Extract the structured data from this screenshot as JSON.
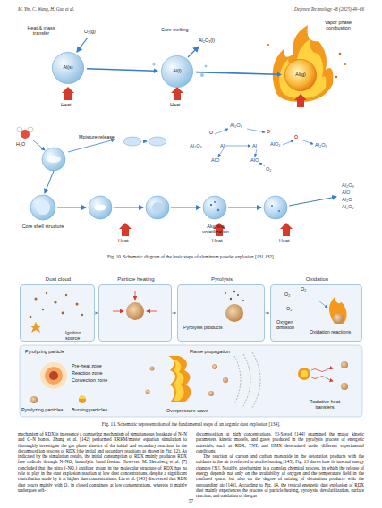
{
  "diagram": {
    "nodes": [
      {
        "text": [
          "Al(s)"
        ]
      },
      {
        "text": [
          "Al(l)"
        ]
      },
      {
        "text": [
          "Al(g)"
        ]
      },
      {
        "text": [
          "Dust cloud",
          "Ignition source"
        ]
      },
      {
        "text": [
          "Particle heating"
        ]
      },
      {
        "text": [
          "Pyrolysis",
          "Pyrolysis products"
        ]
      },
      {
        "text": [
          "Oxidation",
          "Oxygen diffusion"
        ]
      }
    ],
    "edges": [
      {
        "from": 0,
        "to": 1,
        "arrow": "to"
      },
      {
        "from": 1,
        "to": 2,
        "arrow": "to"
      },
      {
        "from": 3,
        "to": 4,
        "arrow": "to"
      },
      {
        "from": 4,
        "to": 5,
        "arrow": "to"
      },
      {
        "from": 5,
        "to": 6,
        "arrow": "to"
      }
    ],
    "labels": [
      "M. Yin, C. Wang, H. Guo et al.",
      "Defence Technology 48 (2025) 49–66",
      "Heat & mass transfer",
      "O₂(g)",
      "Heat",
      "Core melting",
      "Al₂O₃(l)",
      "Heat",
      "Vapor phase combustion",
      "H₂O",
      "Moisture release",
      "O",
      "Al₂O₃",
      "O",
      "Al₂O₃",
      "Al",
      "Al",
      "AlO₂",
      "O",
      "Al₂O₃",
      "AlO",
      "AlO",
      "O₂",
      "Al₂O₃",
      "AlO",
      "Al₂O",
      "Al₂O₂",
      "Core shell structure",
      "Alumina volatilization",
      "Heat",
      "Heat",
      "Heat",
      "Fig. 10. Schematic diagram of the basic steps of aluminum powder explosion [131,132].",
      "O₂",
      "O₂",
      "O₂",
      "Oxidation reactions",
      "Pyrolyzing particle",
      "Pre-heat zone",
      "Reaction zone",
      "Convection zone",
      "Flame propagation",
      "Pyrolyzing particles",
      "Burning particles",
      "Overpressure wave",
      "Radiative heat transfers",
      "Fig. 11. Schematic representation of the fundamental steps of an organic dust explosion [134].",
      "mechanism of RDX is in essence a competing mechanism of simultaneous breakage of N–N and C–N bonds. Zhang et al. [142] performed RRKM/master equation simulation to thoroughly investigate the gas phase kinetics of the initial and secondary reactions in the decomposition process of RDX (the initial and secondary reactions as shown in Fig. 12). As indicated by the simulation results, the initial consumption of RDX mainly produces RDX free radicals through N–NO₂ homolytic bond fission. However, M. Hertzberg et al. [7] concluded that the nitro (-NO₂) oxidizer group in the molecular structure of RDX has no role to play in the dust explosion reaction at low dust concentrations, despite a significant contribution made by it at higher dust concentrations. Liu et al. [143] discovered that RDX dust reacts mainly with O₂ in closed containers at low concentrations, whereas it mainly undergoes self-",
      "decomposition at high concentrations. El-Sayed [144] examined the major kinetic parameters, kinetic models, and gases produced in the pyrolysis process of energetic materials, such as RDX, TNT, and HMX determined under different experimental conditions.",
      "The reaction of carbon and carbon monoxide in the detonation products with the oxidants in the air is referred to as afterburning [145]. Fig. 13 shows how its internal energy changes [31]. Notably, afterburning is a complex chemical process, in which the release of energy depends not only on the availability of oxygen and the temperature field in the confined space, but also on the degree of mixing of detonation products with the surrounding air [146]. According to Fig. 14, the typical energetic dust explosion of RDX dust mainly experiences the process of particle heating, pyrolysis, devolatilization, surface reaction, and oxidation of the gas",
      "57"
    ]
  }
}
